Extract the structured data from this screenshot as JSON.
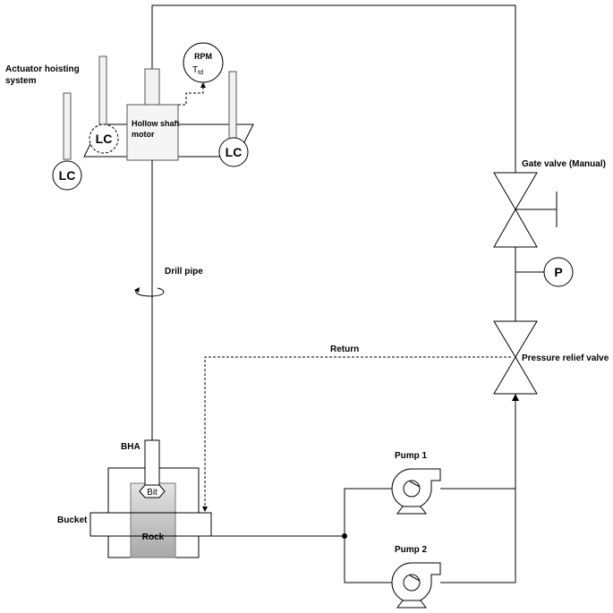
{
  "labels": {
    "actuator_line1": "Actuator hoisting",
    "actuator_line2": "system",
    "motor_line1": "Hollow shaft",
    "motor_line2": "motor",
    "rpm": "RPM",
    "ttd_main": "T",
    "ttd_sub": "td",
    "lc": "LC",
    "drill_pipe": "Drill pipe",
    "gate_valve": "Gate valve (Manual)",
    "pressure_gauge": "P",
    "return": "Return",
    "pressure_relief_valve": "Pressure relief valve",
    "bha": "BHA",
    "bit": "Bit",
    "bucket": "Bucket",
    "rock": "Rock",
    "pump1": "Pump 1",
    "pump2": "Pump 2"
  }
}
